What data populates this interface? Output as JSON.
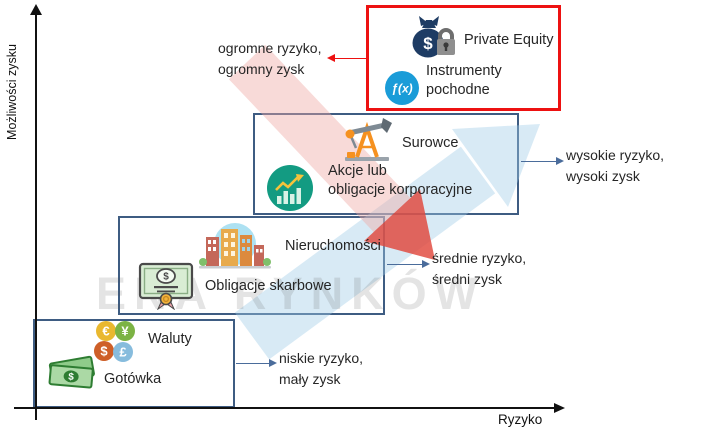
{
  "axes": {
    "y_label": "Możliwości zysku",
    "x_label": "Ryzyko"
  },
  "watermark": "ENA RYNKÓW",
  "levels": [
    {
      "id": "level-1-low",
      "items": [
        {
          "icon": "currency-coins-icon",
          "label": [
            "Waluty"
          ]
        },
        {
          "icon": "banknotes-icon",
          "label": [
            "Gotówka"
          ]
        }
      ]
    },
    {
      "id": "level-2-medium",
      "items": [
        {
          "icon": "buildings-icon",
          "label": [
            "Nieruchomości"
          ]
        },
        {
          "icon": "bond-certificate-icon",
          "label": [
            "Obligacje skarbowe"
          ]
        }
      ]
    },
    {
      "id": "level-3-high",
      "items": [
        {
          "icon": "oil-pump-icon",
          "label": [
            "Surowce"
          ]
        },
        {
          "icon": "stock-chart-icon",
          "label": [
            "Akcje lub",
            "obligacje korporacyjne"
          ]
        }
      ]
    },
    {
      "id": "level-4-extreme",
      "items": [
        {
          "icon": "money-bag-lock-icon",
          "label": [
            "Private Equity"
          ]
        },
        {
          "icon": "function-icon",
          "label": [
            "Instrumenty",
            "pochodne"
          ]
        }
      ]
    }
  ],
  "annotations": {
    "low": [
      "niskie ryzyko,",
      "mały zysk"
    ],
    "medium": [
      "średnie ryzyko,",
      "średni zysk"
    ],
    "high": [
      "wysokie ryzyko,",
      "wysoki zysk"
    ],
    "extreme": [
      "ogromne ryzyko,",
      "ogromny zysk"
    ]
  },
  "icon_glyphs": {
    "euro": "€",
    "yen": "¥",
    "dollar": "$",
    "pound": "£",
    "banknote_symbol": "$",
    "bond_symbol": "$",
    "moneybag_symbol": "$",
    "function_label": "ƒ(x)"
  },
  "colors": {
    "box_border": "#3E5C82",
    "highlight_border": "#ED1111",
    "arrow_blue": "#4A6C9B",
    "arrow_red": "#ED1111",
    "axis": "#111111",
    "watermark_blue": "#9FCDE8",
    "watermark_pink": "#F0A9A4",
    "watermark_red": "#E0473C"
  }
}
